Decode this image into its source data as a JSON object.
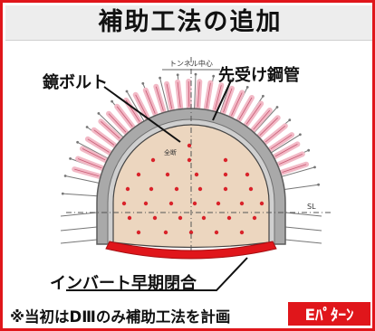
{
  "title": "補助工法の追加",
  "labels": {
    "kagami_bolt": "鏡ボルト",
    "sakiuke_koukan": "先受け鋼管",
    "invert_closure": "インバート早期閉合",
    "tunnel_center": "トンネル中心",
    "all_lining": "全断",
    "sl": "SL"
  },
  "note": "※当初はDⅢのみ補助工法を計画",
  "badge": "Eﾊﾟﾀｰﾝ",
  "colors": {
    "frame": "#e0161b",
    "badge_bg": "#e0161b",
    "face_fill": "#ecd6bf",
    "bolt_dot": "#d9232a",
    "umbrella": "#f2b9c6",
    "lining": "#8a8a8a",
    "invert": "#e0161b"
  }
}
